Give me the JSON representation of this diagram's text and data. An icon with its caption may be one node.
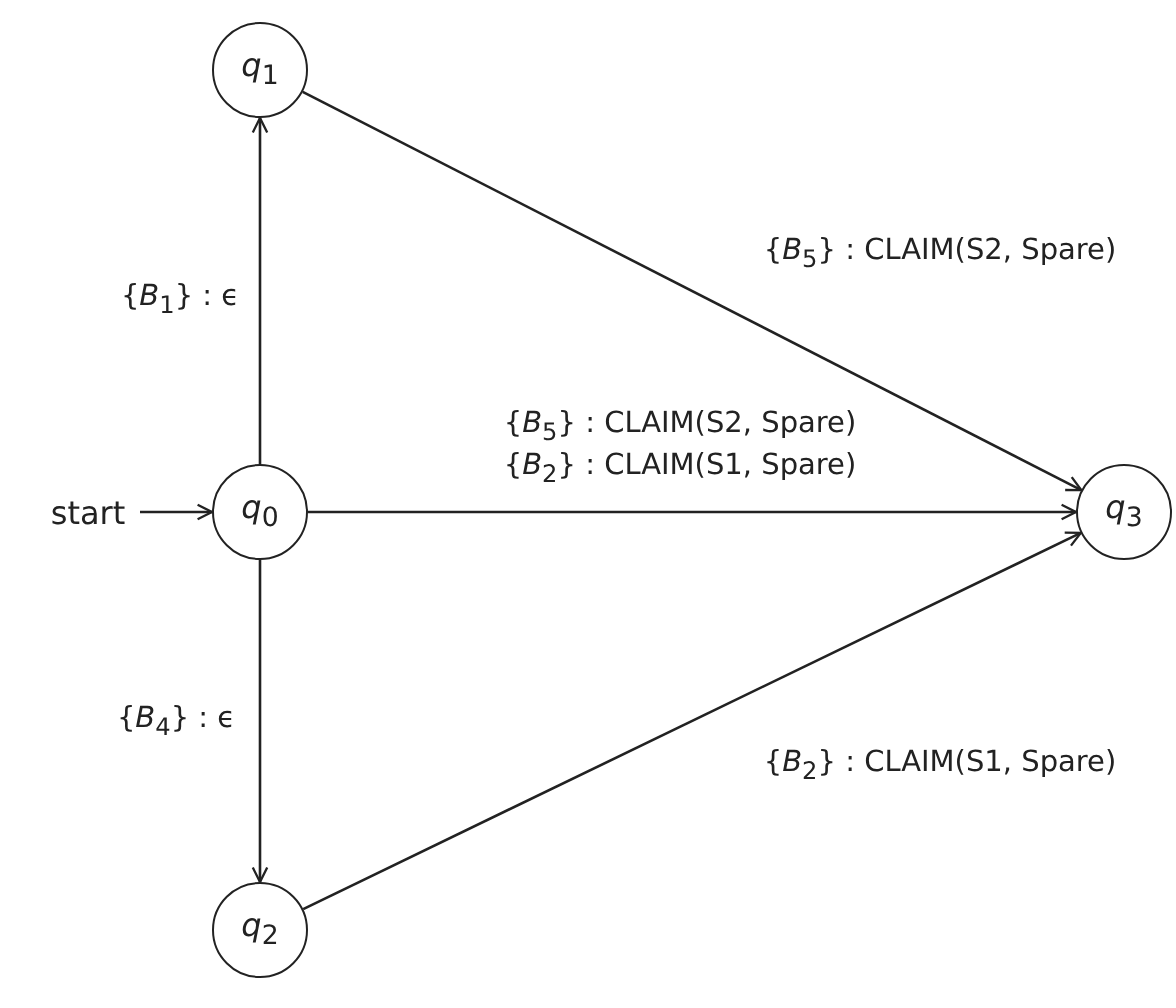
{
  "diagram": {
    "nodes": [
      {
        "text": [
          "start"
        ]
      },
      {
        "text": [
          "*q*$_{0}$"
        ]
      },
      {
        "text": [
          "*q*$_{1}$"
        ]
      },
      {
        "text": [
          "*q*$_{2}$"
        ]
      },
      {
        "text": [
          "*q*$_{3}$"
        ]
      }
    ],
    "edges": [
      {
        "from": 0,
        "to": 1,
        "arrow": "to"
      },
      {
        "from": 1,
        "to": 2,
        "arrow": "to",
        "label": "{*B*$_{1}$} : ϵ"
      },
      {
        "from": 1,
        "to": 3,
        "arrow": "to",
        "label": "{*B*$_{4}$} : ϵ"
      },
      {
        "from": 2,
        "to": 4,
        "arrow": "to",
        "label": "{*B*$_{5}$} : CLAIM(S2, Spare)"
      },
      {
        "from": 1,
        "to": 4,
        "arrow": "to",
        "label": "{*B*$_{5}$} : CLAIM(S2, Spare) {*B*$_{2}$} : CLAIM(S1, Spare)"
      },
      {
        "from": 3,
        "to": 4,
        "arrow": "to",
        "label": "{*B*$_{2}$} : CLAIM(S1, Spare)"
      }
    ]
  }
}
